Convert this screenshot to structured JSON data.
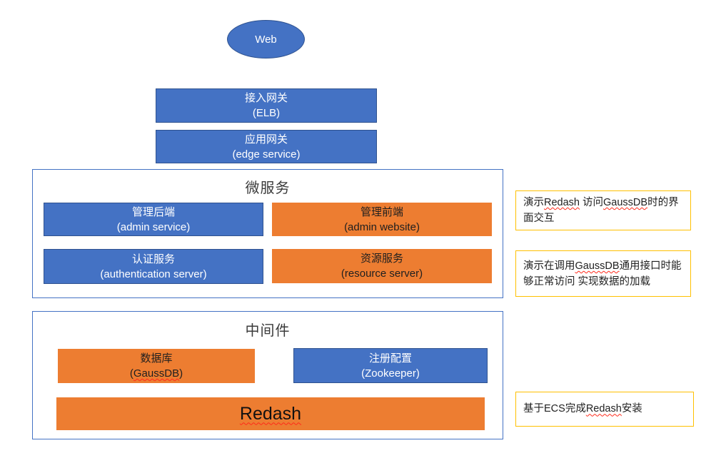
{
  "diagram": {
    "web_label": "Web",
    "gateways": [
      {
        "title": "接入网关",
        "subtitle": "(ELB)"
      },
      {
        "title": "应用网关",
        "subtitle": "(edge service)"
      }
    ],
    "microservices": {
      "title": "微服务",
      "admin_service": {
        "title": "管理后端",
        "subtitle": "(admin service)"
      },
      "admin_website": {
        "title": "管理前端",
        "subtitle": "(admin website)"
      },
      "auth_server": {
        "title": "认证服务",
        "subtitle": "(authentication server)"
      },
      "resource_server": {
        "title": "资源服务",
        "subtitle": "(resource server)"
      }
    },
    "middleware": {
      "title": "中间件",
      "database": {
        "title": "数据库",
        "paren_open": "(",
        "word": "GaussDB",
        "paren_close": ")"
      },
      "registry": {
        "title": "注册配置",
        "subtitle": "(Zookeeper)"
      },
      "redash_label": "Redash"
    },
    "notes": [
      {
        "s0": "演示",
        "s1": "Redash",
        "s2": " 访问",
        "s3": "GaussDB",
        "s4": "时的界面交互"
      },
      {
        "s0": "演示在调用",
        "s1": "GaussDB",
        "s2": "通用接口时能够正常访问 实现数据的加载"
      },
      {
        "s0": "基于ECS完成",
        "s1": "Redash",
        "s2": "安装"
      }
    ],
    "colors": {
      "blue_fill": "#4472C4",
      "blue_border": "#2F528F",
      "orange_fill": "#ED7D31",
      "group_border": "#4472C4",
      "note_border": "#FFC000",
      "squiggle": "#FF0000",
      "background": "#FFFFFF"
    }
  }
}
